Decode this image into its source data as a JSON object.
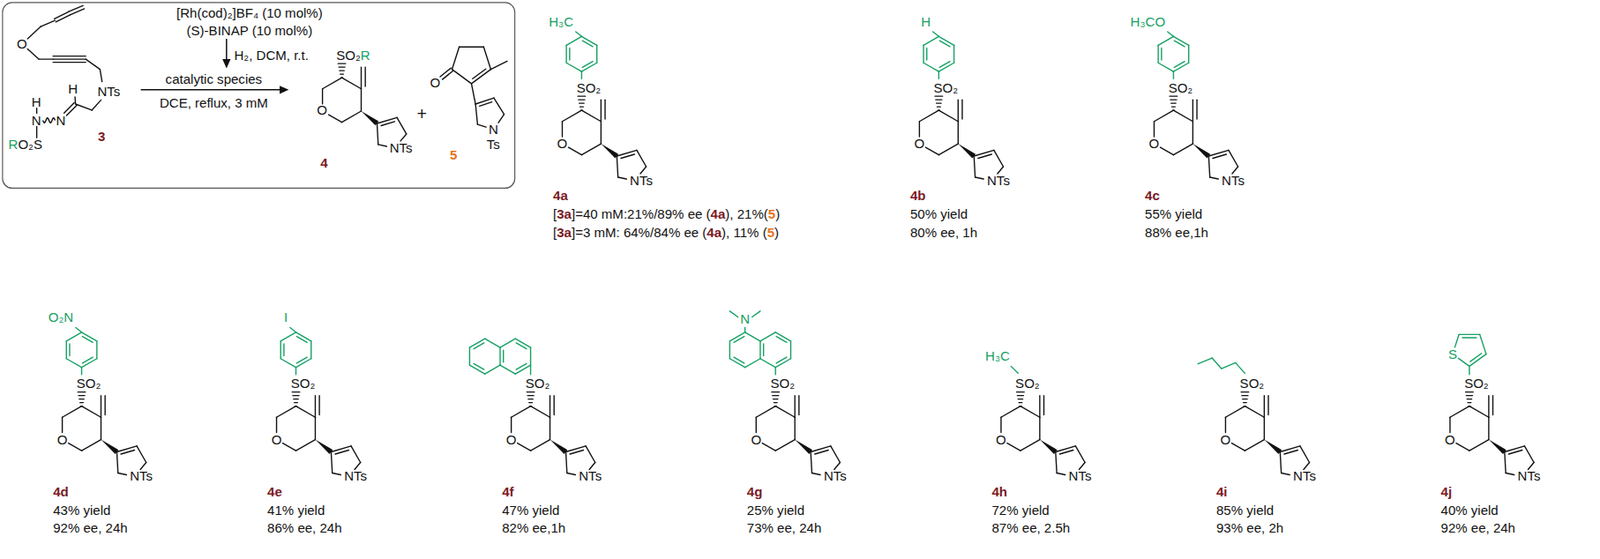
{
  "diagram": {
    "nodes": [
      {
        "text": [
          "[Rh(cod)₂]BF₄ (10 mol%)",
          "(S)-BINAP (10 mol%)",
          "H₂, DCM, r.t.",
          "catalytic species",
          "DCE, reflux, 3 mM",
          "O",
          "NTs",
          "H",
          "H",
          "N",
          "N",
          "R",
          "O₂S",
          "3",
          "SO₂",
          "R",
          "O",
          "NTs",
          "4",
          "+",
          "O",
          "N",
          "Ts",
          "5"
        ]
      }
    ],
    "labels": [
      "H₃C",
      "SO₂",
      "O",
      "NTs",
      "4a",
      "[",
      "3a",
      "]=40 mM:21%/89% ee (",
      "4a",
      "), 21%(",
      "5",
      ")",
      "[",
      "3a",
      "]=3 mM: 64%/84% ee (",
      "4a",
      "), 11% (",
      "5",
      ")",
      "H",
      "SO₂",
      "O",
      "NTs",
      "4b",
      "50% yield",
      "80% ee, 1h",
      "H₃CO",
      "SO₂",
      "O",
      "NTs",
      "4c",
      "55% yield",
      "88% ee,1h",
      "O₂N",
      "SO₂",
      "O",
      "NTs",
      "4d",
      "43% yield",
      "92% ee, 24h",
      "I",
      "SO₂",
      "O",
      "NTs",
      "4e",
      "41% yield",
      "86% ee, 24h",
      "SO₂",
      "O",
      "NTs",
      "4f",
      "47% yield",
      "82% ee,1h",
      "N",
      "SO₂",
      "O",
      "NTs",
      "4g",
      "25% yield",
      "73% ee, 24h",
      "H₃C",
      "SO₂",
      "O",
      "NTs",
      "4h",
      "72% yield",
      "87% ee, 2.5h",
      "SO₂",
      "O",
      "NTs",
      "4i",
      "85% yield",
      "93% ee, 2h",
      "S",
      "SO₂",
      "O",
      "NTs",
      "4j",
      "40% yield",
      "92% ee, 24h"
    ]
  }
}
